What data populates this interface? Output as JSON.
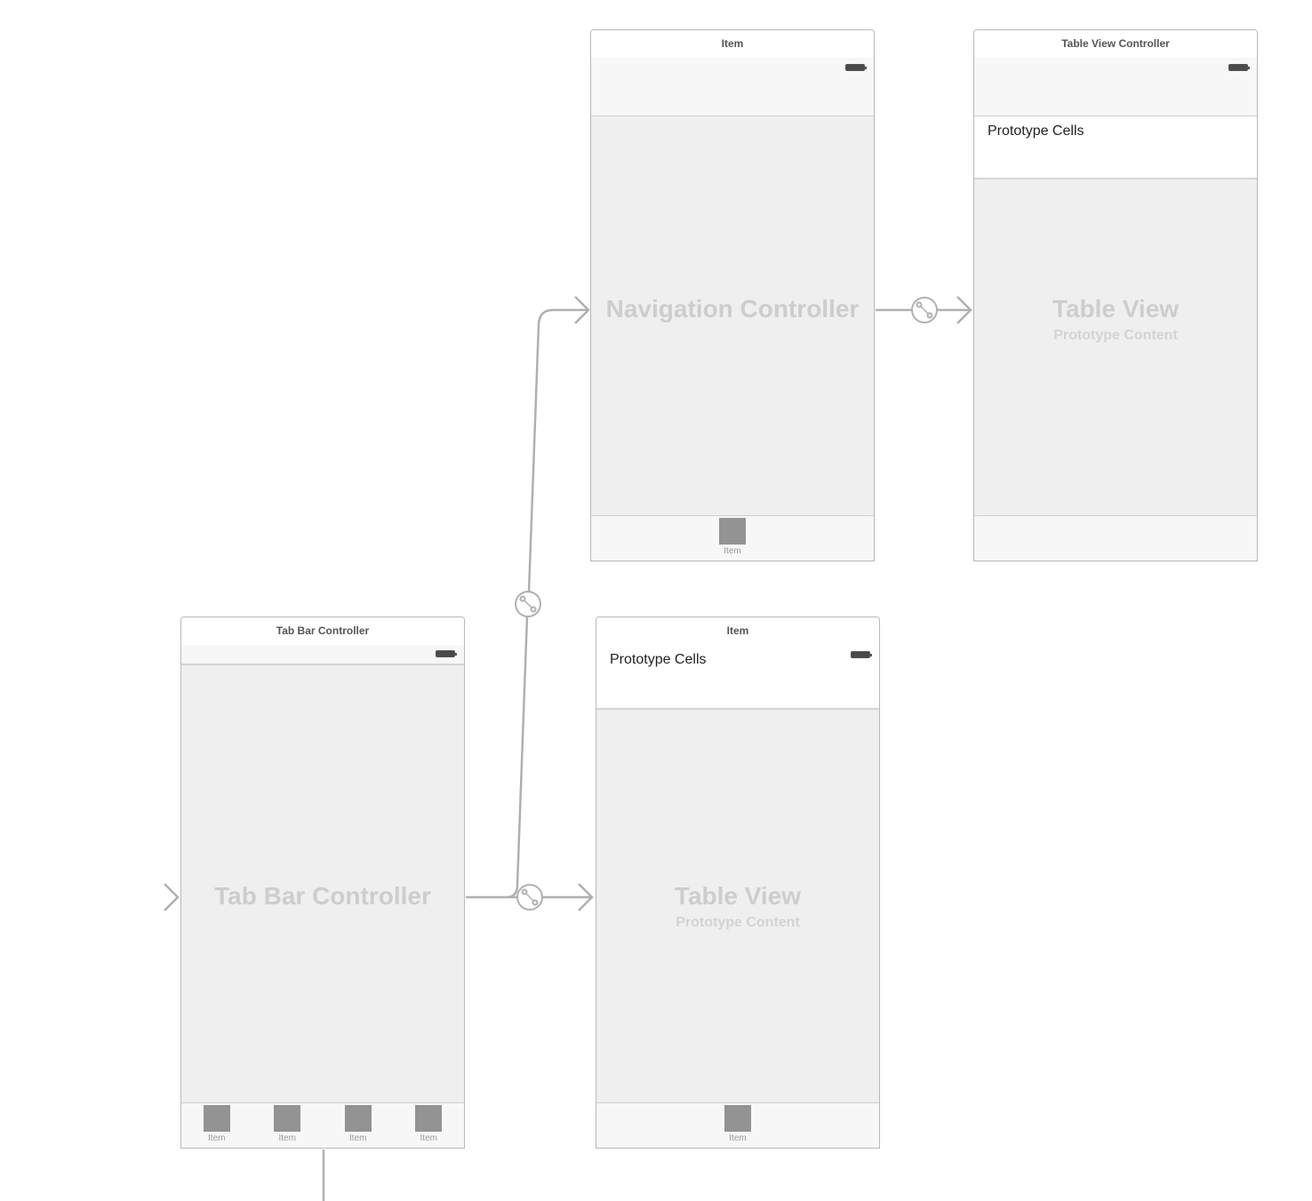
{
  "scenes": {
    "navigation": {
      "title": "Item",
      "name": "Navigation Controller",
      "tab_item": "Item"
    },
    "table_view_controller": {
      "title": "Table View Controller",
      "cells_label": "Prototype Cells",
      "name": "Table View",
      "subtitle": "Prototype Content"
    },
    "tab_bar": {
      "title": "Tab Bar Controller",
      "name": "Tab Bar Controller",
      "tab_items": [
        "Item",
        "Item",
        "Item",
        "Item"
      ]
    },
    "table_item": {
      "title": "Item",
      "cells_label": "Prototype Cells",
      "name": "Table View",
      "subtitle": "Prototype Content",
      "tab_item": "Item"
    }
  },
  "colors": {
    "connection": "#b0b0b0",
    "canvas_bg": "#efefef"
  }
}
